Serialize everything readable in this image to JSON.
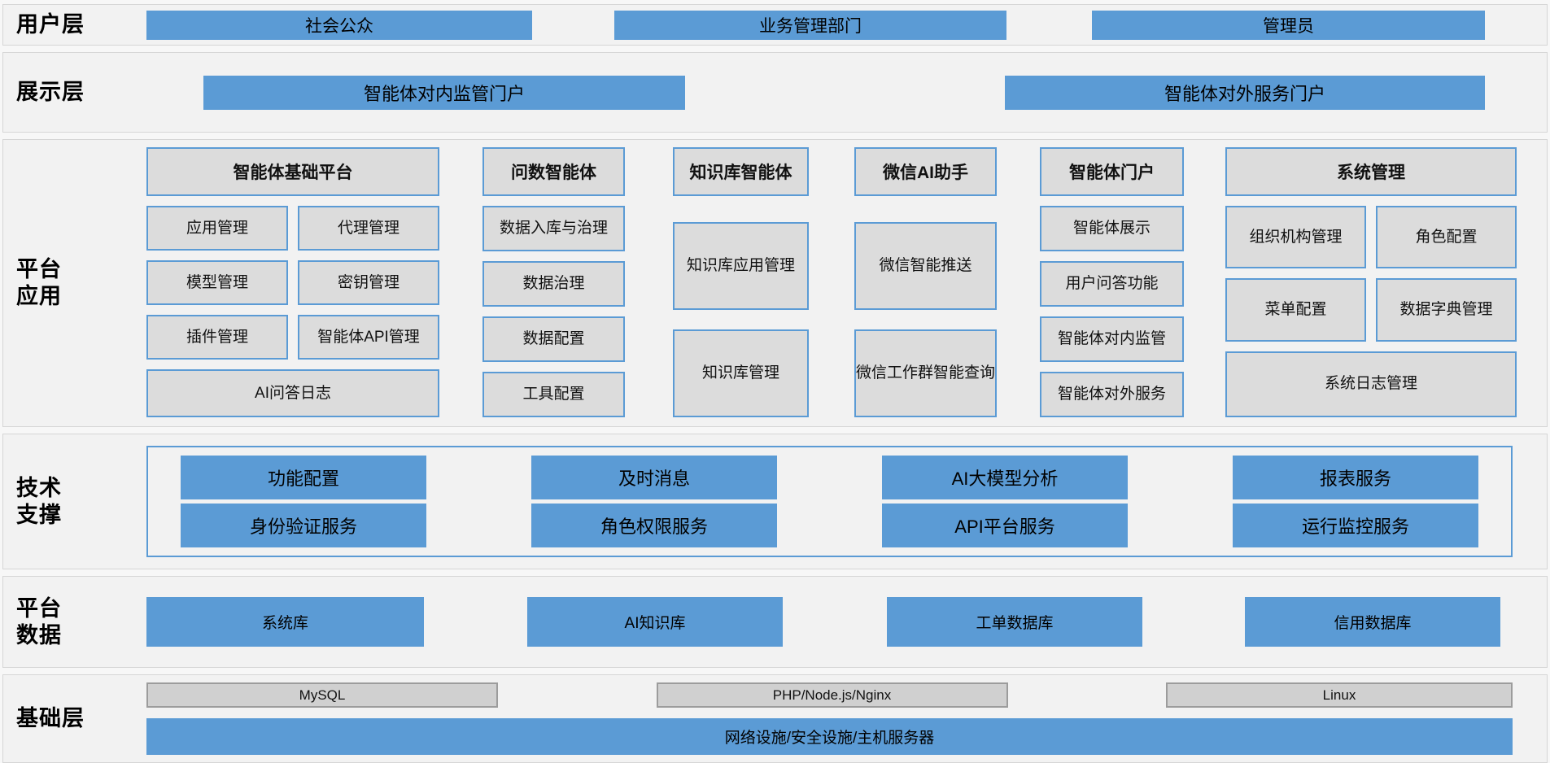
{
  "colors": {
    "accent": "#5b9bd5",
    "cell_gray": "#dcdcdc",
    "stack_gray": "#d0d0d0",
    "band_bg": "#f2f2f2"
  },
  "layers": {
    "user": {
      "label": "用户层",
      "items": [
        "社会公众",
        "业务管理部门",
        "管理员"
      ]
    },
    "display": {
      "label": "展示层",
      "items": [
        "智能体对内监管门户",
        "智能体对外服务门户"
      ]
    },
    "platform_app": {
      "label_line1": "平台",
      "label_line2": "应用",
      "groups": [
        {
          "title": "智能体基础平台",
          "cells": [
            "应用管理",
            "代理管理",
            "模型管理",
            "密钥管理",
            "插件管理",
            "智能体API管理"
          ],
          "footer": "AI问答日志"
        },
        {
          "title": "问数智能体",
          "cells": [
            "数据入库与治理",
            "数据治理",
            "数据配置",
            "工具配置"
          ]
        },
        {
          "title": "知识库智能体",
          "cells": [
            "知识库应用管理",
            "知识库管理"
          ]
        },
        {
          "title": "微信AI助手",
          "cells": [
            "微信智能推送",
            "微信工作群智能查询"
          ]
        },
        {
          "title": "智能体门户",
          "cells": [
            "智能体展示",
            "用户问答功能",
            "智能体对内监管",
            "智能体对外服务"
          ]
        },
        {
          "title": "系统管理",
          "cells": [
            "组织机构管理",
            "角色配置",
            "菜单配置",
            "数据字典管理"
          ],
          "footer": "系统日志管理"
        }
      ]
    },
    "tech_support": {
      "label_line1": "技术",
      "label_line2": "支撑",
      "rows": [
        [
          "功能配置",
          "及时消息",
          "AI大模型分析",
          "报表服务"
        ],
        [
          "身份验证服务",
          "角色权限服务",
          "API平台服务",
          "运行监控服务"
        ]
      ]
    },
    "platform_data": {
      "label_line1": "平台",
      "label_line2": "数据",
      "items": [
        "系统库",
        "AI知识库",
        "工单数据库",
        "信用数据库"
      ]
    },
    "base": {
      "label": "基础层",
      "tech_items": [
        "MySQL",
        "PHP/Node.js/Nginx",
        "Linux"
      ],
      "infra": "网络设施/安全设施/主机服务器"
    }
  }
}
